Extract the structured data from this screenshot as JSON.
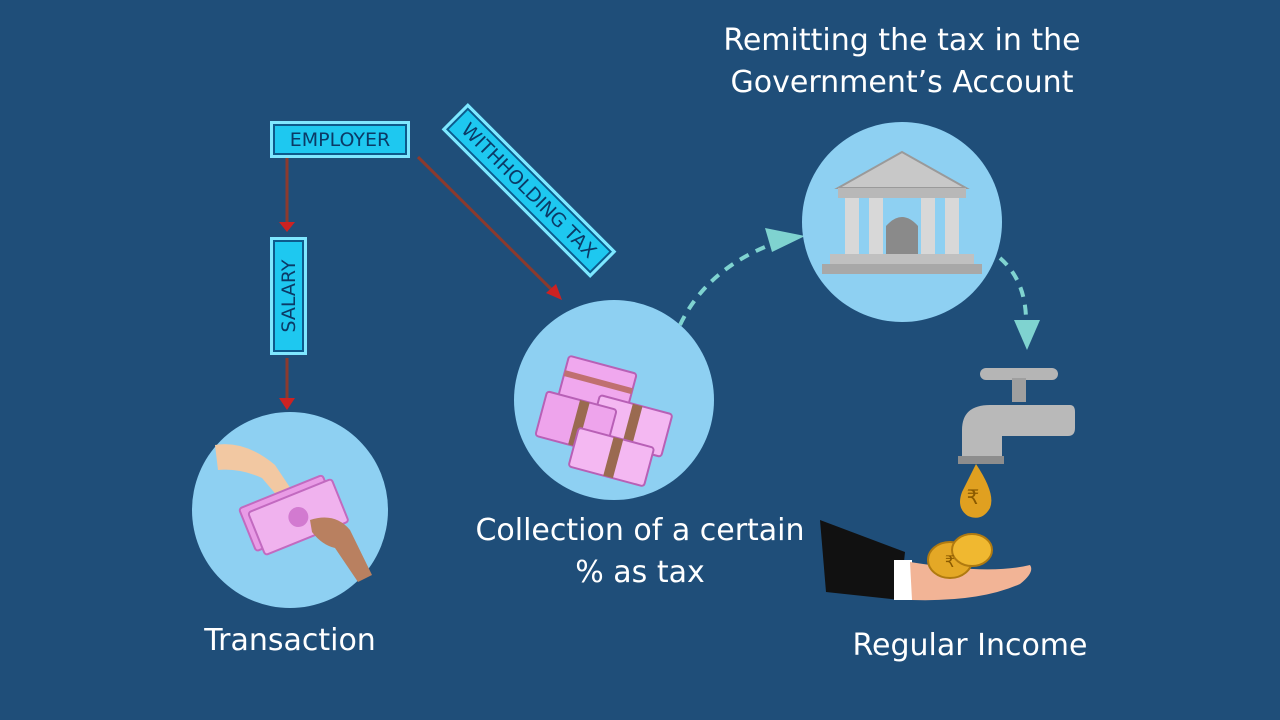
{
  "captions": {
    "remitting": "Remitting the tax in the\nGovernment’s Account",
    "collection": "Collection of a certain\n% as tax",
    "transaction": "Transaction",
    "regular_income": "Regular Income"
  },
  "labels": {
    "employer": "EMPLOYER",
    "salary": "SALARY",
    "withholding_tax": "WITHHOLDING TAX"
  },
  "icons": {
    "transaction": "cash-handover-icon",
    "collection": "money-stack-icon",
    "bank": "bank-building-icon",
    "tap": "water-tap-icon",
    "income": "coins-in-hand-icon"
  },
  "colors": {
    "background": "#1f4e79",
    "circle": "#8ed0f2",
    "tag": "#1ec8f0",
    "arrow_red": "#cc2222",
    "arrow_dashed": "#7fd3d0"
  }
}
